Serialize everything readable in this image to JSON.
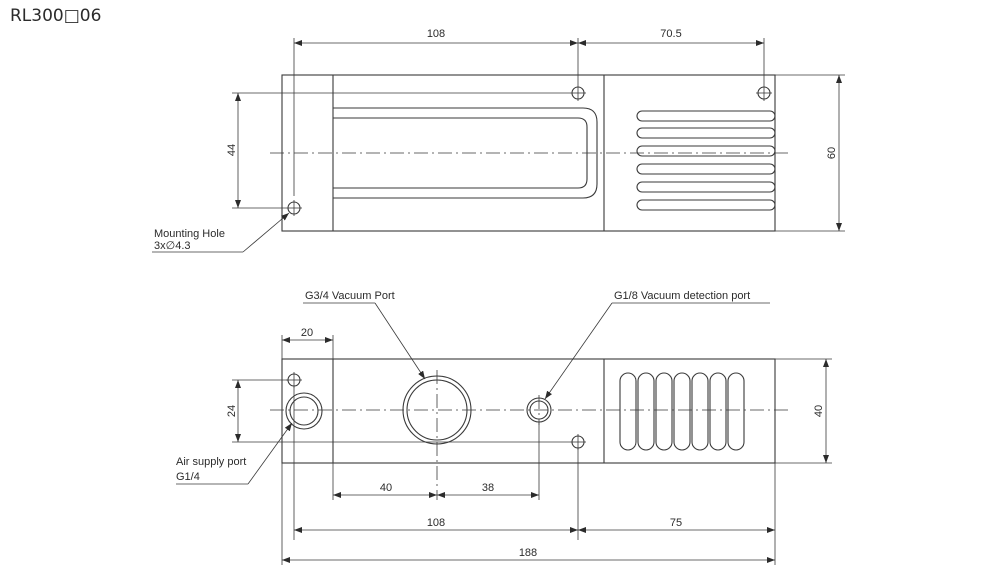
{
  "title": "RL300□06",
  "top_view": {
    "dims": {
      "d108": "108",
      "d70_5": "70.5",
      "d44": "44",
      "d60": "60"
    },
    "mounting_hole_label": "Mounting Hole",
    "mounting_hole_spec": "3x∅4.3"
  },
  "front_view": {
    "dims": {
      "d20": "20",
      "d24": "24",
      "d40_h": "40",
      "d40": "40",
      "d38": "38",
      "d108": "108",
      "d75": "75",
      "d188": "188"
    },
    "vacuum_port_label": "G3/4 Vacuum Port",
    "detection_port_label": "G1/8 Vacuum detection port",
    "air_supply_label": "Air supply port",
    "air_supply_spec": "G1/4"
  }
}
